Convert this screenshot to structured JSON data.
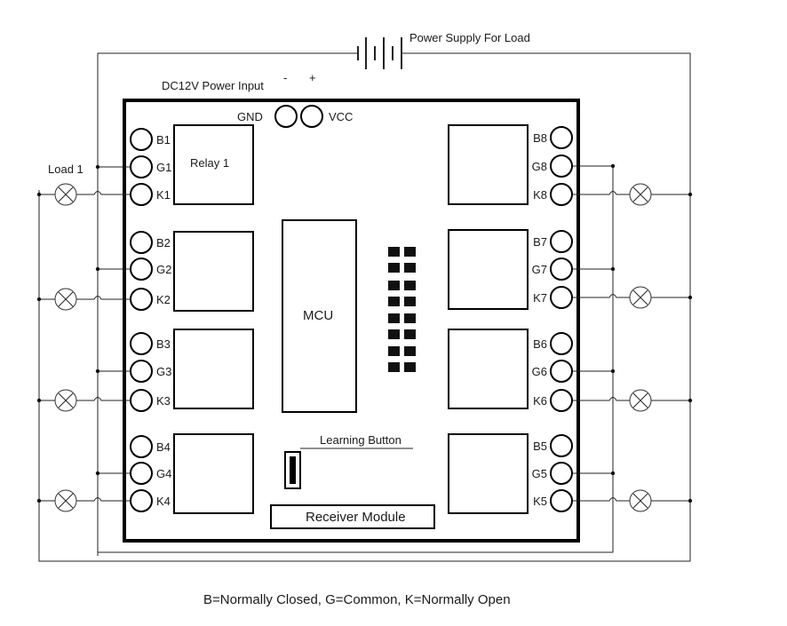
{
  "labels": {
    "power_supply_load": "Power Supply For Load",
    "dc_input": "DC12V Power Input",
    "minus": "-",
    "plus": "+",
    "gnd": "GND",
    "vcc": "VCC",
    "load1": "Load 1",
    "relay1": "Relay 1",
    "mcu": "MCU",
    "learning_button": "Learning Button",
    "receiver_module": "Receiver Module",
    "legend": "B=Normally Closed, G=Common, K=Normally Open"
  },
  "left_terminals": [
    [
      "B1",
      "G1",
      "K1"
    ],
    [
      "B2",
      "G2",
      "K2"
    ],
    [
      "B3",
      "G3",
      "K3"
    ],
    [
      "B4",
      "G4",
      "K4"
    ]
  ],
  "right_terminals": [
    [
      "B8",
      "G8",
      "K8"
    ],
    [
      "B7",
      "G7",
      "K7"
    ],
    [
      "B6",
      "G6",
      "K6"
    ],
    [
      "B5",
      "G5",
      "K5"
    ]
  ]
}
